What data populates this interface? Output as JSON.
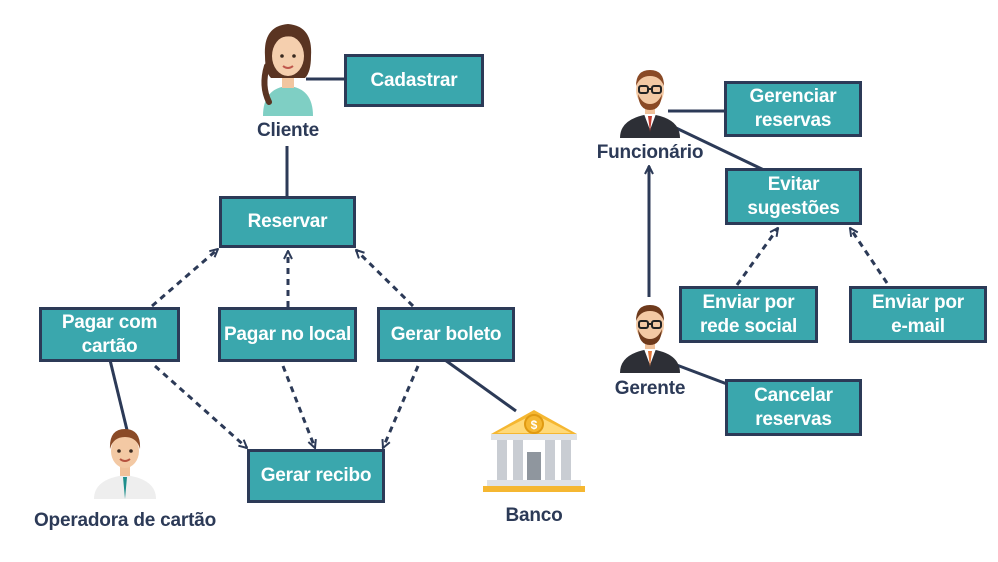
{
  "colors": {
    "box_fill": "#3aa7ad",
    "box_border": "#2c3a57",
    "box_text": "#ffffff",
    "line": "#2c3a57",
    "label_text": "#2c3a57",
    "bank_gold": "#f5b731",
    "bank_gray": "#c9cdd3"
  },
  "actors": {
    "cliente": {
      "label": "Cliente",
      "icon": "woman-avatar-icon"
    },
    "funcionario": {
      "label": "Funcionário",
      "icon": "man-glasses-suit-icon"
    },
    "gerente": {
      "label": "Gerente",
      "icon": "man-glasses-suit-icon"
    },
    "operadora": {
      "label": "Operadora de cartão",
      "icon": "man-avatar-icon"
    },
    "banco": {
      "label": "Banco",
      "icon": "bank-building-icon"
    }
  },
  "use_cases": {
    "cadastrar": "Cadastrar",
    "reservar": "Reservar",
    "pagar_cartao": "Pagar com\ncartão",
    "pagar_local": "Pagar no local",
    "gerar_boleto": "Gerar boleto",
    "gerar_recibo": "Gerar recibo",
    "gerenciar_reservas": "Gerenciar\nreservas",
    "evitar_sugestoes": "Evitar\nsugestões",
    "enviar_rede_social": "Enviar por\nrede social",
    "enviar_email": "Enviar por\ne-mail",
    "cancelar_reservas": "Cancelar\nreservas"
  }
}
